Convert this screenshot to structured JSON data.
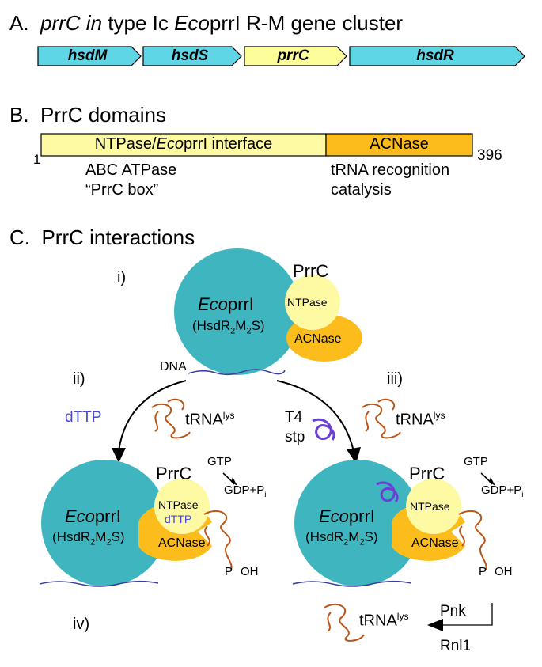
{
  "colors": {
    "cyan_gene": "#5fd6e6",
    "yellow_gene": "#fdfd9a",
    "ntpase_domain": "#fefaa4",
    "acnase_domain": "#fbbc1c",
    "ecoprri_circle": "#3fb6bf",
    "dna": "#3b3f9e",
    "trna": "#b8561a",
    "stp": "#6a3fd6",
    "dttp_text": "#4a4ad0"
  },
  "panel_a": {
    "letter": "A.",
    "title_1": "prrC in",
    "title_2": " type Ic ",
    "title_3": "Eco",
    "title_4": "prrI R-M gene cluster",
    "genes": [
      "hsdM",
      "hsdS",
      "prrC",
      "hsdR"
    ]
  },
  "panel_b": {
    "letter": "B.",
    "title": "PrrC domains",
    "start": "1",
    "end": "396",
    "domain1_1": "NTPase/",
    "domain1_2": "Eco",
    "domain1_3": "prrI interface",
    "domain2": "ACNase",
    "note1_line1": "ABC ATPase",
    "note1_line2": "“PrrC box”",
    "note2_line1": "tRNA recognition",
    "note2_line2": "catalysis"
  },
  "panel_c": {
    "letter": "C.",
    "title": "PrrC interactions",
    "step_i": "i)",
    "step_ii": "ii)",
    "step_iii": "iii)",
    "step_iv": "iv)",
    "prrc": "PrrC",
    "eco_italic": "Eco",
    "eco_rest": "prrI",
    "hsd": "(HsdR",
    "sub2": "2",
    "m": "M",
    "s_close": "S)",
    "ntpase": "NTPase",
    "acnase": "ACNase",
    "dna": "DNA",
    "dttp": "dTTP",
    "trna": "tRNA",
    "lys": "lys",
    "t4": "T4",
    "stp": "stp",
    "gtp": "GTP",
    "gdp": "GDP+P",
    "pi_sub": "i",
    "p": "P",
    "oh": "OH",
    "pnk": "Pnk",
    "rnl1": "Rnl1"
  }
}
